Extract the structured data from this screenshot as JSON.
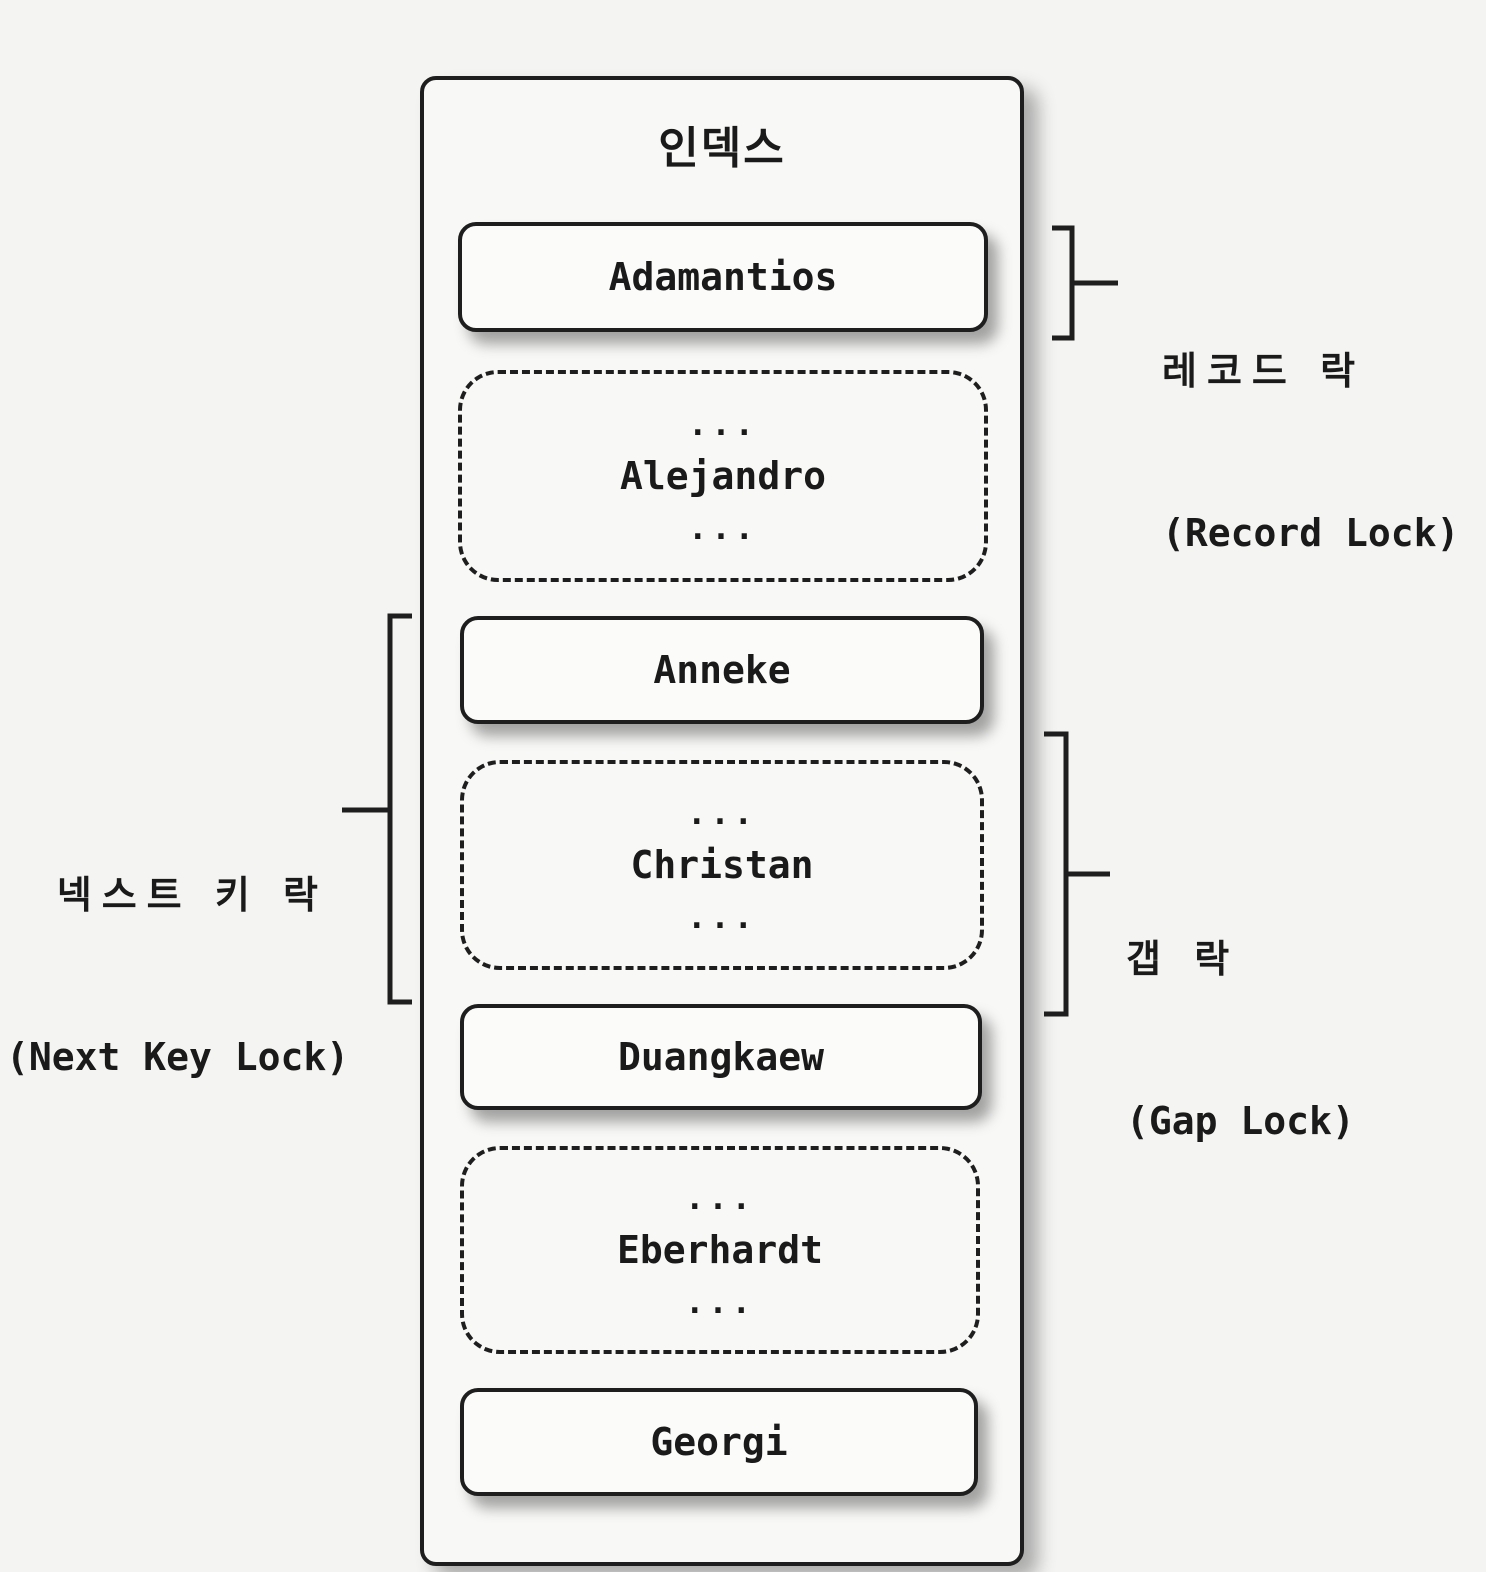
{
  "index_title": "인덱스",
  "records": [
    {
      "id": "adamantios",
      "text": "Adamantios"
    },
    {
      "id": "anneke",
      "text": "Anneke"
    },
    {
      "id": "duangkaew",
      "text": "Duangkaew"
    },
    {
      "id": "georgi",
      "text": "Georgi"
    }
  ],
  "gaps": [
    {
      "id": "alejandro",
      "before": "...",
      "text": "Alejandro",
      "after": "..."
    },
    {
      "id": "christan",
      "before": "...",
      "text": "Christan",
      "after": "..."
    },
    {
      "id": "eberhardt",
      "before": "...",
      "text": "Eberhardt",
      "after": "..."
    }
  ],
  "labels": {
    "record_lock": {
      "ko": "레코드 락",
      "en": "(Record Lock)"
    },
    "next_key_lock": {
      "ko": "넥스트 키 락",
      "en": "(Next Key Lock)"
    },
    "gap_lock": {
      "ko": "갭 락",
      "en": "(Gap Lock)"
    }
  }
}
